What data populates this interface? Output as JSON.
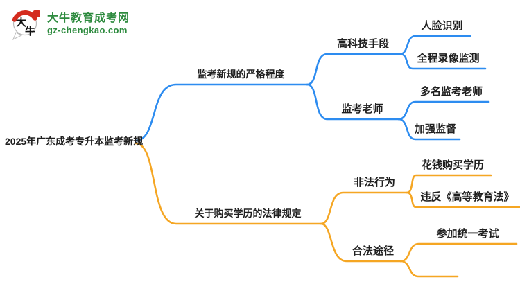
{
  "logo": {
    "icon_char_top": "大",
    "icon_char_bottom": "牛",
    "site_name": "大牛教育成考网",
    "site_url": "gz-chengkao.com"
  },
  "colors": {
    "branch_top": "#2d8cf0",
    "branch_bottom": "#f5a623",
    "text": "#1f1f1f",
    "logo_green": "#2e8b3f",
    "logo_red": "#d42b1e"
  },
  "mindmap": {
    "root": {
      "label": "2025年广东成考专升本监考新规"
    },
    "branches": [
      {
        "label": "监考新规的严格程度",
        "color": "#2d8cf0",
        "children": [
          {
            "label": "高科技手段",
            "children": [
              {
                "label": "人脸识别"
              },
              {
                "label": "全程录像监测"
              }
            ]
          },
          {
            "label": "监考老师",
            "children": [
              {
                "label": "多名监考老师"
              },
              {
                "label": "加强监督"
              }
            ]
          }
        ]
      },
      {
        "label": "关于购买学历的法律规定",
        "color": "#f5a623",
        "children": [
          {
            "label": "非法行为",
            "children": [
              {
                "label": "花钱购买学历"
              },
              {
                "label": "违反《高等教育法》"
              }
            ]
          },
          {
            "label": "合法途径",
            "children": [
              {
                "label": "参加统一考试"
              },
              {
                "label": ""
              }
            ]
          }
        ]
      }
    ]
  }
}
